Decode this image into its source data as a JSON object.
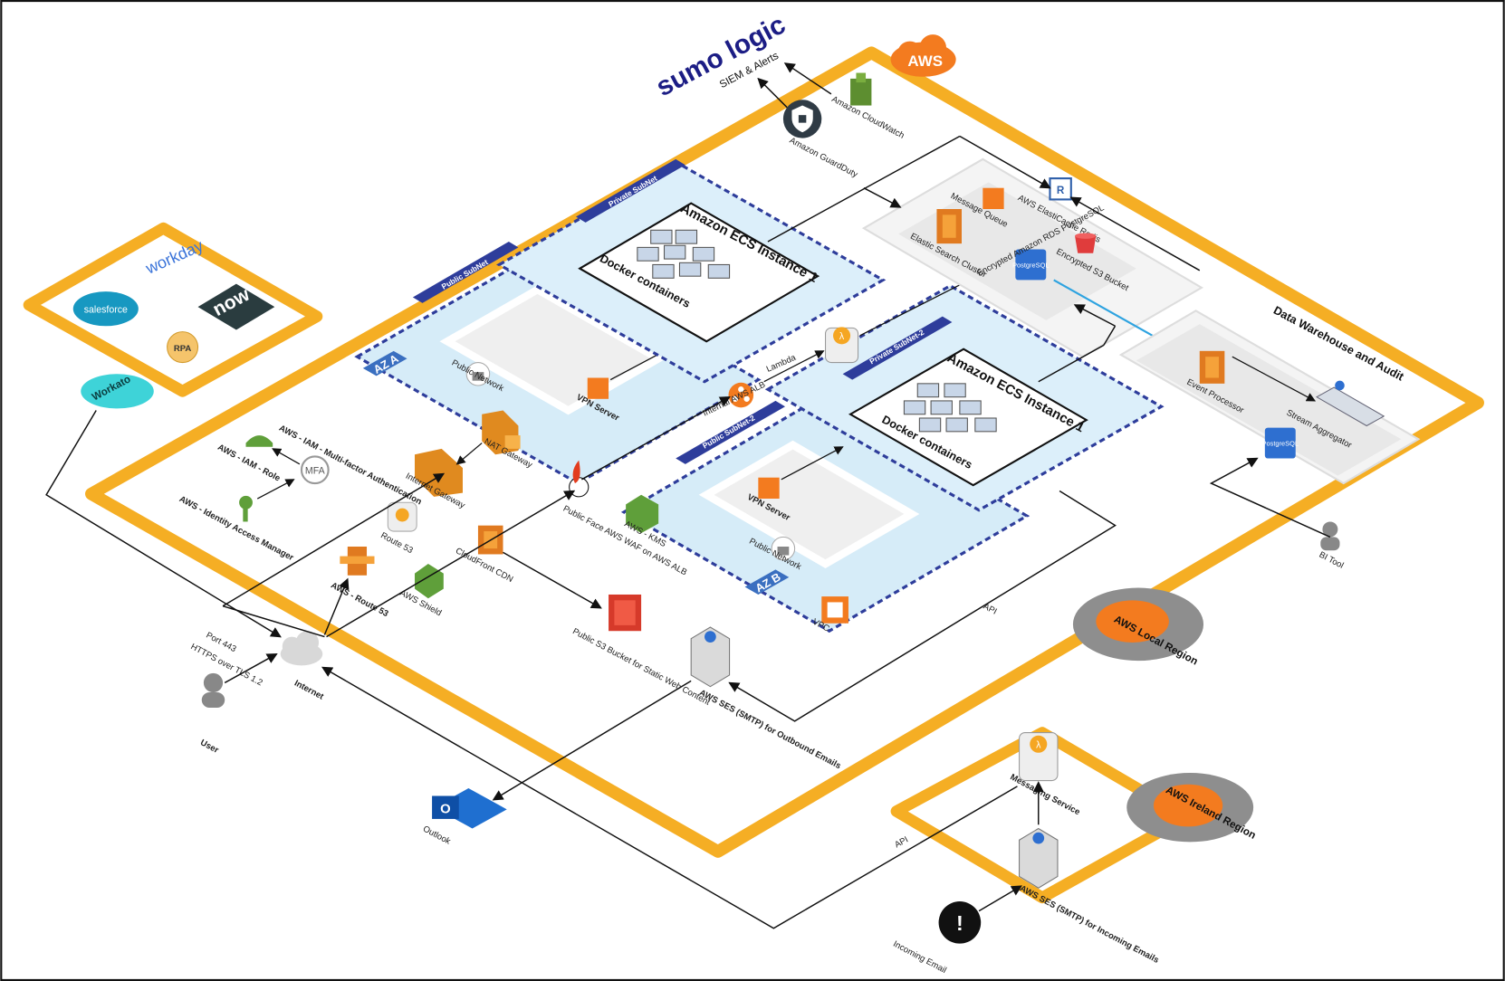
{
  "brand": {
    "sumo_logo": "sumo logic",
    "siem_label": "SIEM & Alerts",
    "aws_badge": "AWS"
  },
  "colors": {
    "aws_orange": "#F5A623",
    "subnet_blue": "#2E3D9B",
    "az_fill": "#D6ECF8",
    "orange_service": "#F37B1F",
    "line": "#111111",
    "arrow_blue": "#2EA3E0"
  },
  "monitoring": {
    "guardduty": "Amazon GuardDuty",
    "cloudwatch": "Amazon CloudWatch"
  },
  "saas": {
    "workday": "workday",
    "salesforce": "salesforce",
    "now": "now",
    "rpa": "RPA",
    "workato": "Workato"
  },
  "iam": {
    "mfa_title": "AWS - IAM - Multi-factor Authentication",
    "mfa_icon": "MFA",
    "role": "AWS - IAM - Role",
    "iam_mgr": "AWS - Identity Access Manager"
  },
  "network": {
    "public_subnet": "Public SubNet",
    "private_subnet": "Private SubNet",
    "public_subnet_2": "Public SubNet-2",
    "private_subnet_2": "Private SubNet-2",
    "az_a": "AZ A",
    "az_b": "AZ B",
    "public_network": "Public Network",
    "vpn_server": "VPN Server",
    "nat_gateway": "NAT Gateway",
    "internet_gateway": "Internet Gateway",
    "internal_alb": "Internal AWS ALB",
    "vpc": "VPC",
    "kms": "AWS - KMS",
    "lambda": "Lambda"
  },
  "ecs": {
    "instance1": "Amazon ECS Instance 1",
    "instance2": "Amazon ECS Instance 1",
    "docker": "Docker containers"
  },
  "data_tier": {
    "message_queue": "Message Queue",
    "elasticache": "AWS ElastiCache Redis",
    "elastic_search": "Elastic Search Cluster",
    "s3_encrypted": "Encrypted S3 Bucket",
    "rds": "Encrypted Amazon RDS PostgreSQL",
    "postgres": "PostgreSQL"
  },
  "warehouse": {
    "title": "Data Warehouse and Audit",
    "event_processor": "Event Processor",
    "stream_aggregator": "Stream Aggregator",
    "postgres": "PostgreSQL",
    "bi_tool": "BI Tool"
  },
  "edge": {
    "waf": "Public Face AWS WAF on AWS ALB",
    "route53": "Route 53",
    "route53_b": "AWS - Route 53",
    "cloudfront": "CloudFront CDN",
    "shield": "AWS Shield",
    "s3_static": "Public S3 Bucket for Static Web Content",
    "internet": "Internet",
    "port": "Port 443",
    "https": "HTTPS over TLS 1.2",
    "user": "User"
  },
  "email": {
    "ses_out": "AWS SES (SMTP) for Outbound Emails",
    "outlook": "Outlook",
    "api": "API",
    "local_region": "AWS Local Region",
    "ireland_region": "AWS Ireland Region",
    "messaging": "Messaging Service",
    "ses_in": "AWS SES (SMTP) for Incoming Emails",
    "incoming": "Incoming Email"
  }
}
